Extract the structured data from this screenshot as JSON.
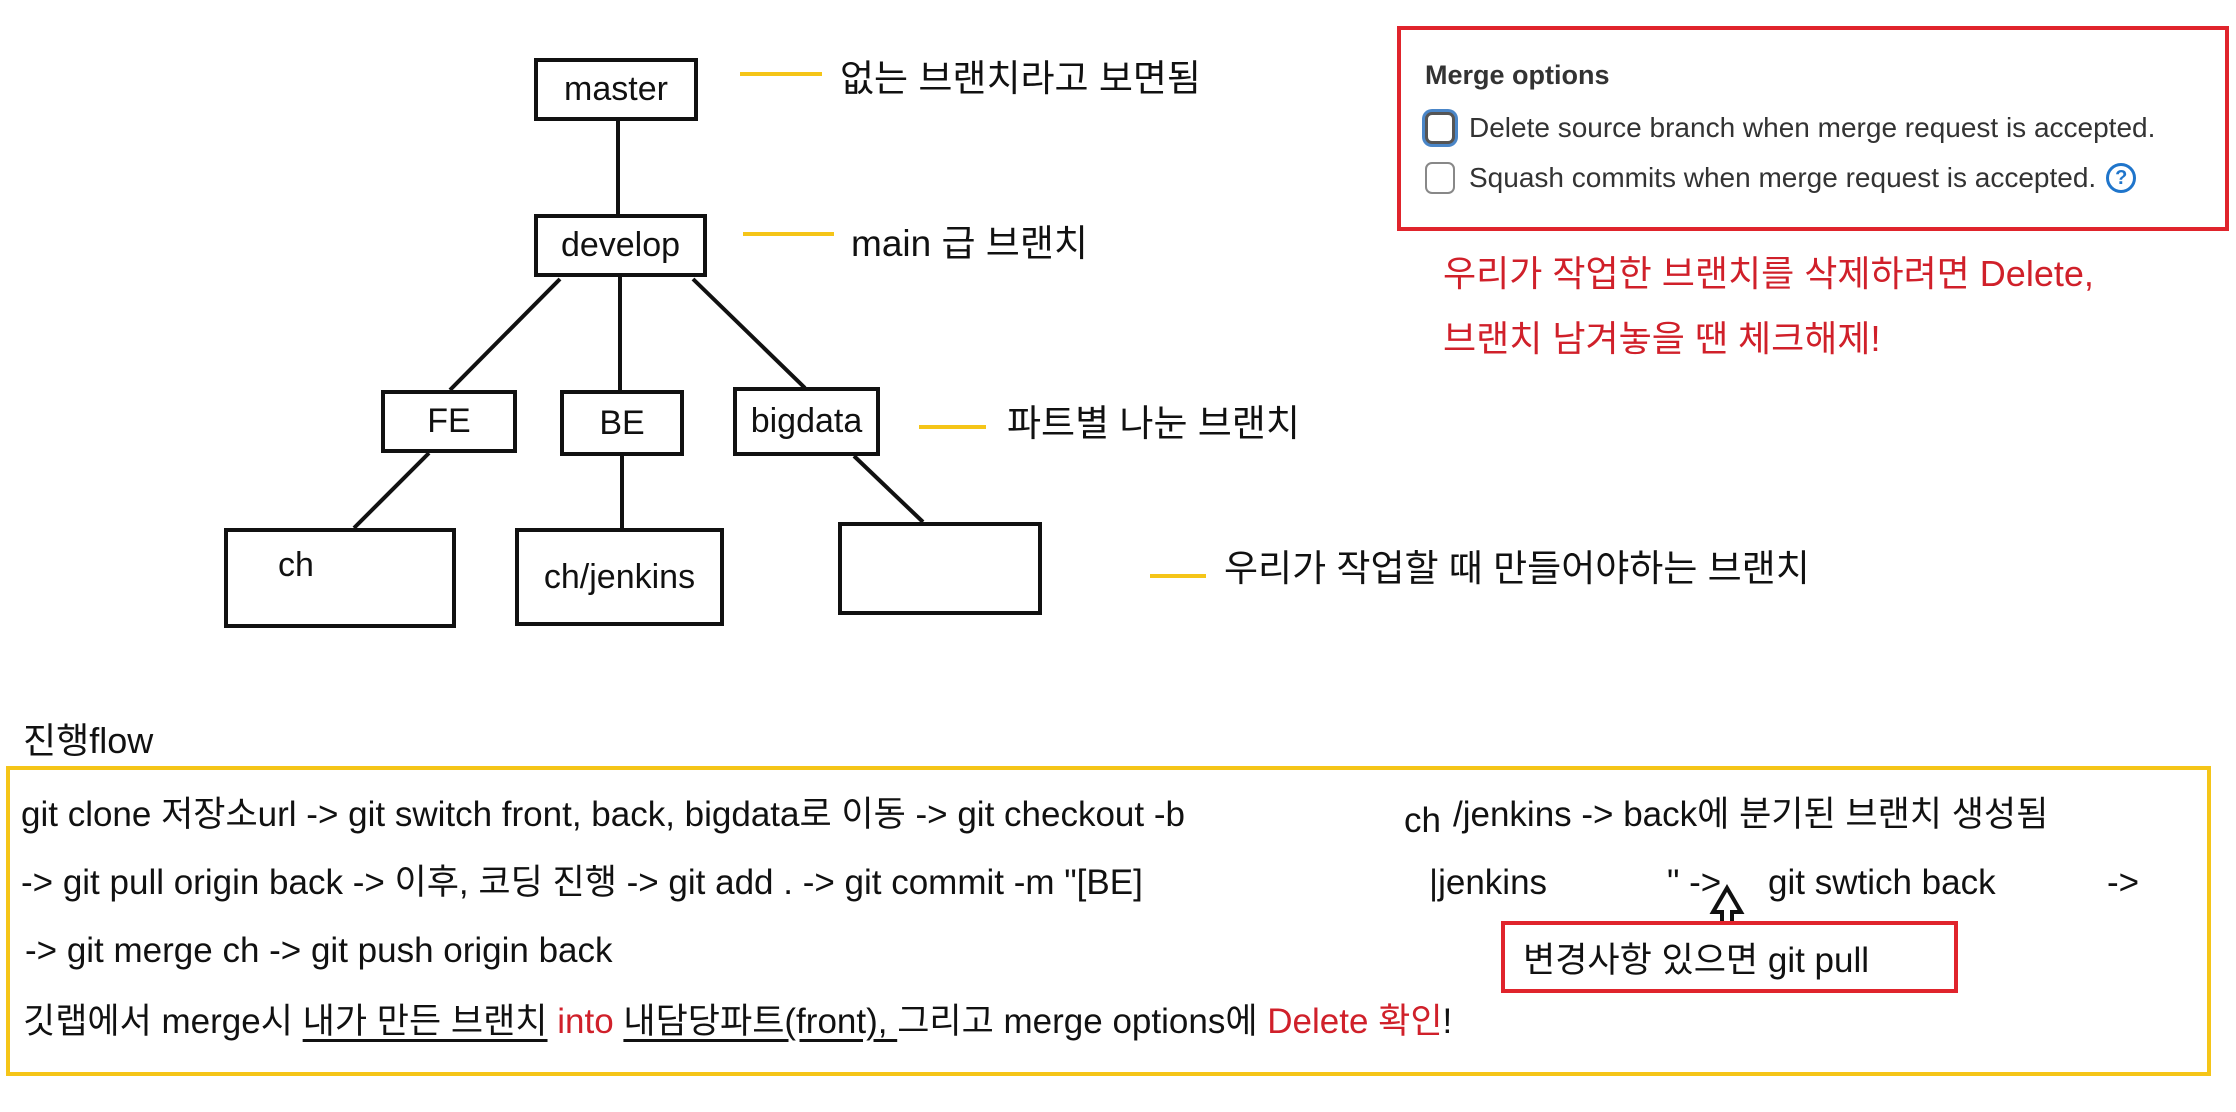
{
  "tree": {
    "nodes": {
      "master": "master",
      "develop": "develop",
      "fe": "FE",
      "be": "BE",
      "bigdata": "bigdata",
      "ch": "ch",
      "ch_jenkins": "ch/jenkins",
      "empty": ""
    },
    "notes": {
      "master": "없는 브랜치라고 보면됨",
      "develop": "main 급 브랜치",
      "part": "파트별 나눈 브랜치",
      "work": "우리가 작업할 때 만들어야하는 브랜치"
    },
    "accent_color": "#f5c518"
  },
  "merge_options": {
    "title": "Merge options",
    "options": [
      {
        "label": "Delete source branch when merge request is accepted.",
        "checked": false,
        "focused": true
      },
      {
        "label": "Squash commits when merge request is accepted.",
        "checked": false,
        "help_icon": "question-circle-icon"
      }
    ],
    "note_lines": [
      "우리가 작업한 브랜치를 삭제하려면 Delete,",
      "브랜치 남겨놓을 땐 체크해제!"
    ],
    "border_color": "#e0242c"
  },
  "flow": {
    "title": "진행flow",
    "line1": {
      "a": "git clone 저장소url -> git switch front, back, bigdata로 이동 -> git checkout -b",
      "b": "ch",
      "c": "/jenkins -> back에 분기된 브랜치 생성됨"
    },
    "line2": {
      "a": "-> git pull origin back -> 이후, 코딩 진행 -> git add . -> git commit -m \"[BE]",
      "b": "|jenkins",
      "c": "\" ->",
      "d": "git swtich back",
      "e": "->"
    },
    "line3": "-> git  merge ch  -> git push origin back",
    "line4": {
      "a": "깃랩에서 merge시 ",
      "b": "내가 만든 브랜치",
      "c": " into ",
      "d": "내담당파트(front), ",
      "e": " 그리고 merge options에 ",
      "f": "Delete 확인",
      "g": "!"
    },
    "pull_note": "변경사항 있으면 git pull",
    "highlight_color": "#d0202a"
  }
}
